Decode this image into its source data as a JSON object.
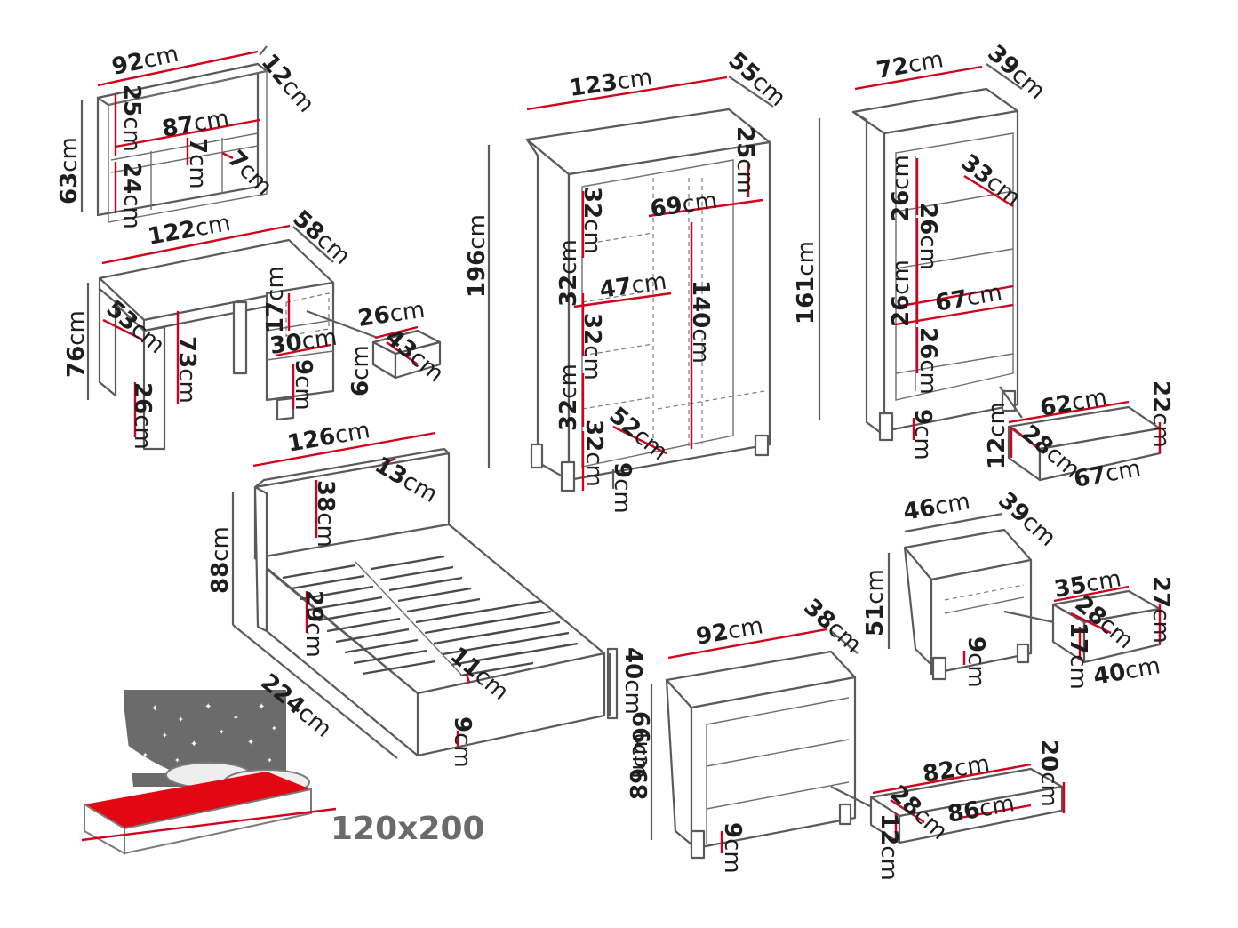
{
  "unit": "cm",
  "items": {
    "shelf": {
      "width": "92",
      "depth": "12",
      "height": "63",
      "inner_width": "87",
      "compartment_top": "25",
      "compartment_bottom": "24",
      "rail_height": "7",
      "rail_depth": "7"
    },
    "desk": {
      "width": "122",
      "depth": "58",
      "height": "76",
      "leg_gap_depth": "53",
      "leg_inner_height": "73",
      "leg_width": "26",
      "drawer_front_height": "17",
      "drawer_inner_width": "30",
      "drawer_bottom_gap": "9",
      "drawer_width": "26",
      "drawer_depth": "43",
      "drawer_height": "6"
    },
    "wardrobe": {
      "width": "123",
      "depth": "55",
      "height": "196",
      "top_cap": "25",
      "hanging_width": "69",
      "hanging_height": "140",
      "shelf_width": "47",
      "shelf_spacing": [
        "32",
        "32",
        "32",
        "32",
        "32"
      ],
      "shelf_depth": "52",
      "base_gap": "9"
    },
    "bookcase": {
      "width": "72",
      "depth": "39",
      "height": "161",
      "shelf_depth": "33",
      "shelf_heights": [
        "26",
        "26",
        "26",
        "26"
      ],
      "inner_width": "67",
      "base_gap": "9",
      "drawer_width": "62",
      "drawer_height": "22",
      "drawer_depth": "28",
      "drawer_front_height": "12",
      "drawer_bottom_width": "67"
    },
    "bed": {
      "width": "126",
      "length": "224",
      "height": "88",
      "headboard_height": "38",
      "headboard_depth": "13",
      "frame_height": "29",
      "footboard_height": "40",
      "slat_recess": "11",
      "base_gap": "9"
    },
    "nightstand": {
      "width": "46",
      "depth": "39",
      "height": "51",
      "base_gap": "9",
      "drawer_width": "35",
      "drawer_height": "27",
      "drawer_depth": "28",
      "drawer_front_height": "17",
      "drawer_bottom_width": "40"
    },
    "chest": {
      "width": "92",
      "depth": "38",
      "height": "89",
      "side_height": "66",
      "base_gap": "9",
      "drawer_width": "82",
      "drawer_height": "20",
      "drawer_depth": "28",
      "drawer_front_height": "12",
      "drawer_inner_width": "86"
    }
  },
  "mattress_size": {
    "width": "120",
    "separator": "x",
    "length": "200"
  },
  "colors": {
    "accent": "#d3001b",
    "outline": "#5a5a5a",
    "night_sky": "#6b6b6b",
    "mattress": "#e30613"
  }
}
